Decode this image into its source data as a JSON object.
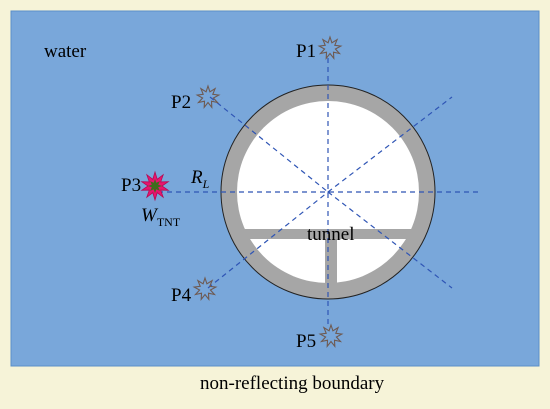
{
  "labels": {
    "water": "water",
    "tunnel": "tunnel",
    "boundary": "non-reflecting boundary",
    "radius_main": "R",
    "radius_sub": "L",
    "charge_main": "W",
    "charge_sub": "TNT"
  },
  "points": [
    {
      "id": "P1",
      "label": "P1",
      "type": "gauge"
    },
    {
      "id": "P2",
      "label": "P2",
      "type": "gauge"
    },
    {
      "id": "P3",
      "label": "P3",
      "type": "charge"
    },
    {
      "id": "P4",
      "label": "P4",
      "type": "gauge"
    },
    {
      "id": "P5",
      "label": "P5",
      "type": "gauge"
    }
  ],
  "colors": {
    "background": "#f6f3d8",
    "water": "#79a7da",
    "lining": "#a6a6a6",
    "interior": "#ffffff",
    "axes": "#2f55b5",
    "gauge_stroke": "#6e5a52",
    "charge_outer": "#e8156f",
    "charge_inner": "#3f6d1e"
  },
  "icons": {
    "gauge": "starburst-gauge-icon",
    "charge": "explosion-charge-icon"
  }
}
